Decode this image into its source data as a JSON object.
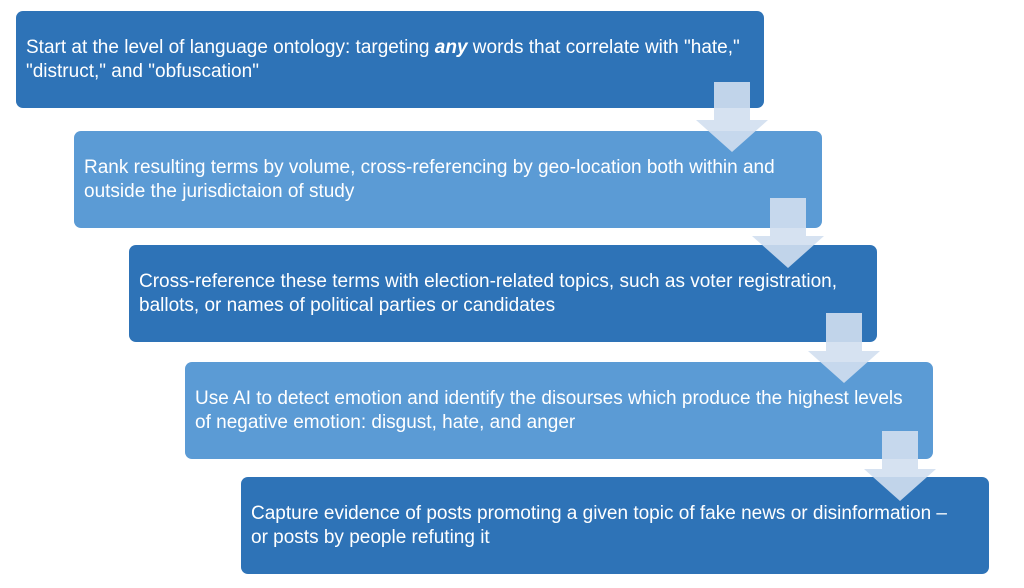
{
  "steps": [
    {
      "before": "Start at the level of language ontology: targeting ",
      "emphasis": "any",
      "after": " words that correlate with \"hate,\" \"distruct,\" and \"obfuscation\""
    },
    {
      "text": "Rank resulting terms by volume, cross-referencing by geo-location both within and outside the jurisdictaion of study"
    },
    {
      "text": "Cross-reference these terms with election-related topics, such as voter registration, ballots, or names of political parties or candidates"
    },
    {
      "text": "Use AI to detect emotion and identify the disourses which produce the highest levels of negative emotion:  disgust, hate, and anger"
    },
    {
      "text": "Capture evidence of posts promoting a given topic of fake news or disinformation – or posts by people refuting it"
    }
  ],
  "colors": {
    "dark_box": "#2e73b7",
    "light_box": "#5b9bd5",
    "arrow_fill": "#d2dff0"
  }
}
